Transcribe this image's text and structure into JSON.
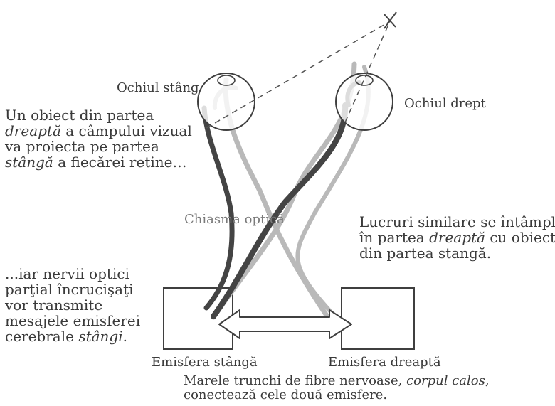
{
  "labels": {
    "left_eye": "Ochiul stâng",
    "right_eye": "Ochiul drept",
    "chiasm": "Chiasma optică",
    "left_hemisphere": "Emisfera stângă",
    "right_hemisphere": "Emisfera dreaptă"
  },
  "notes": {
    "object": {
      "l1": "Un obiect din partea",
      "l2_em": "dreaptă",
      "l2": " a câmpului vizual",
      "l3": "va proiecta pe partea",
      "l4_em": "stângă",
      "l4": " a fiecărei retine…"
    },
    "similar": {
      "l1": "Lucruri similare se întâmplă",
      "l2_a": "în partea ",
      "l2_em": "dreaptă",
      "l2_b": " cu obiectele",
      "l3": "din partea stangă."
    },
    "nerves": {
      "l1": "...iar nervii optici",
      "l2": "parţial încrucişaţi",
      "l3": "vor transmite",
      "l4": "mesajele emisferei",
      "l5": "cerebrale ",
      "l5_em": "stângi",
      "l5_end": "."
    },
    "callosum": {
      "l1_a": "Marele trunchi de fibre nervoase, ",
      "l1_em": "corpul calos",
      "l1_b": ",",
      "l2": "conectează cele două emisfere."
    }
  },
  "colors": {
    "dark_fiber": "#444444",
    "light_fiber": "#b9b9b9",
    "outline": "#3f3f3f",
    "dashes": "#555555"
  }
}
